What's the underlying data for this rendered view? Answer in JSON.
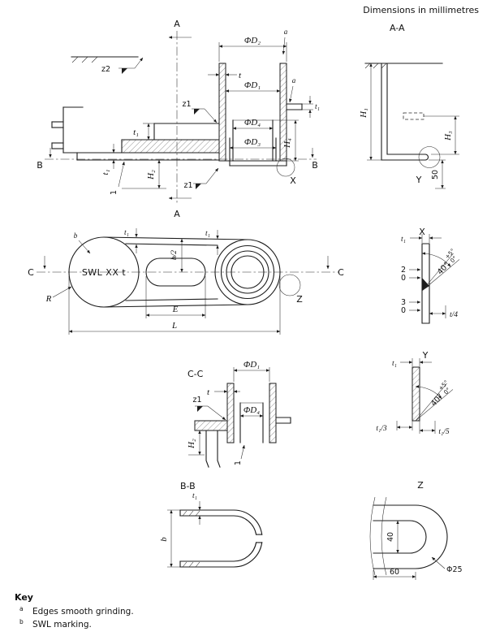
{
  "header": {
    "note": "Dimensions in millimetres"
  },
  "front_view": {
    "a_top": "A",
    "a_bottom": "A",
    "b_left": "B",
    "b_right": "B",
    "z2": "z2",
    "z1_top": "z1",
    "z1_bottom": "z1",
    "a_ref_top": "a",
    "a_ref_side": "a",
    "d2": "ΦD₂",
    "d1": "ΦD₁",
    "d4": "ΦD₄",
    "d3": "ΦD₃",
    "t": "t",
    "t1_pin": "t₁",
    "t1_boss": "t₁",
    "t1_deck": "t₁",
    "h2": "H₂",
    "h4": "H₄",
    "one": "1",
    "x": "X"
  },
  "section_aa": {
    "title": "A-A",
    "h1": "H₁",
    "h3": "H₃",
    "fifty": "50",
    "y": "Y"
  },
  "plan_view": {
    "swl": "SWL XX t",
    "b_ref": "b",
    "r": "R",
    "t1_left": "t₁",
    "t1_right": "t₁",
    "b2": "b/2",
    "e": "E",
    "l": "L",
    "c_left": "C",
    "c_right": "C",
    "z": "Z"
  },
  "detail_x": {
    "title": "X",
    "t1": "t₁",
    "angle": "40°",
    "tol_p": "+5°",
    "tol_0": "0°",
    "two": "2",
    "zero_a": "0",
    "three": "3",
    "zero_b": "0",
    "t4": "t/4"
  },
  "detail_y": {
    "title": "Y",
    "t1": "t₁",
    "angle": "40°",
    "tol_p": "+5°",
    "tol_0": "0°",
    "t1_3": "t₁/3",
    "t1_5": "t₁/5"
  },
  "section_cc": {
    "title": "C-C",
    "d1": "ΦD₁",
    "t": "t",
    "d4": "ΦD₄",
    "z1": "z1",
    "h2": "H₂",
    "one": "1"
  },
  "section_bb": {
    "title": "B-B",
    "t1": "t₁",
    "b": "b"
  },
  "detail_z": {
    "title": "Z",
    "forty": "40",
    "sixty": "60",
    "d25": "Φ25"
  },
  "key": {
    "title": "Key",
    "items": [
      {
        "ref": "a",
        "text": "Edges smooth grinding."
      },
      {
        "ref": "b",
        "text": "SWL marking."
      }
    ]
  }
}
